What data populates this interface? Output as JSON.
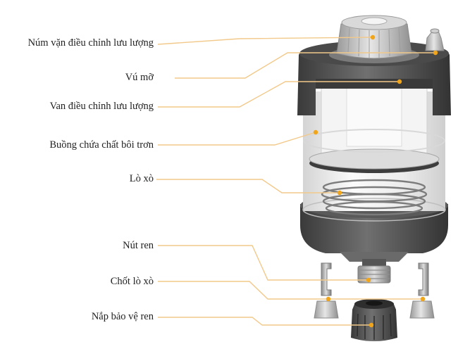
{
  "labels": [
    "Núm vặn điều chỉnh lưu lượng",
    "Vú mỡ",
    "Van điều chỉnh lưu lượng",
    "Buồng chứa chất bôi trơn",
    "Lò xò",
    "Nút ren",
    "Chốt lò xò",
    "Nắp bảo vệ ren"
  ],
  "colors": {
    "leader": "#f2c98a",
    "dot": "#f0a51a",
    "body_dark": "#4a4a4a",
    "body_mid": "#6d6d6d",
    "knob": "#c9c9c9",
    "glass": "#e9e9e9"
  }
}
